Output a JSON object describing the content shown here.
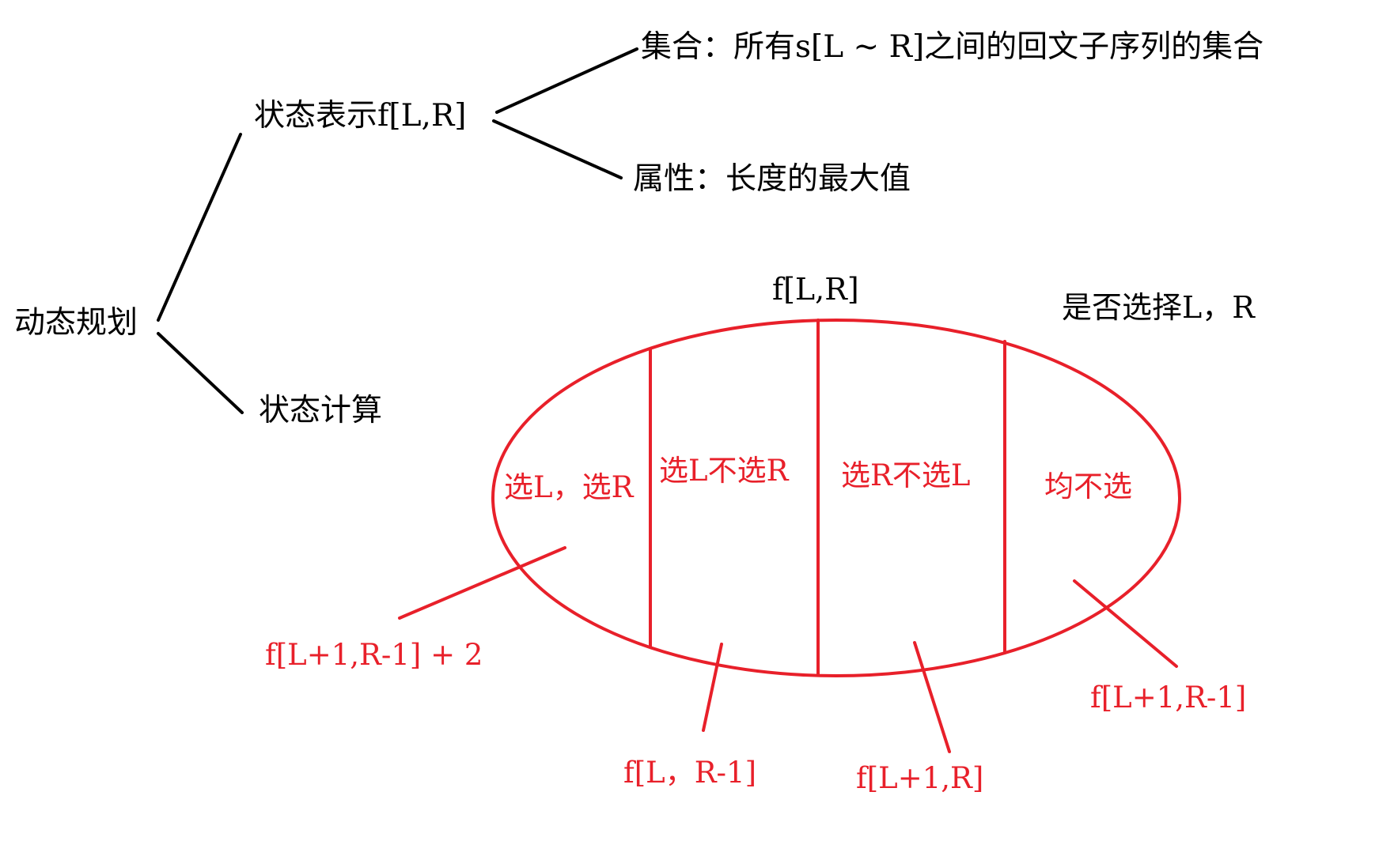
{
  "colors": {
    "tree": "#000000",
    "partition": "#e8202a"
  },
  "tree": {
    "root": "动态规划",
    "state_representation": "状态表示f[L,R]",
    "set_desc": "集合：所有s[L ~ R]之间的回文子序列的集合",
    "attribute_desc": "属性：长度的最大值",
    "state_computation": "状态计算"
  },
  "partition": {
    "top_label": "f[L,R]",
    "question": "是否选择L，R",
    "regions": [
      "选L，选R",
      "选L不选R",
      "选R不选L",
      "均不选"
    ],
    "formulas": [
      "f[L+1,R-1] + 2",
      "f[L，R-1]",
      "f[L+1,R]",
      "f[L+1,R-1]"
    ]
  }
}
